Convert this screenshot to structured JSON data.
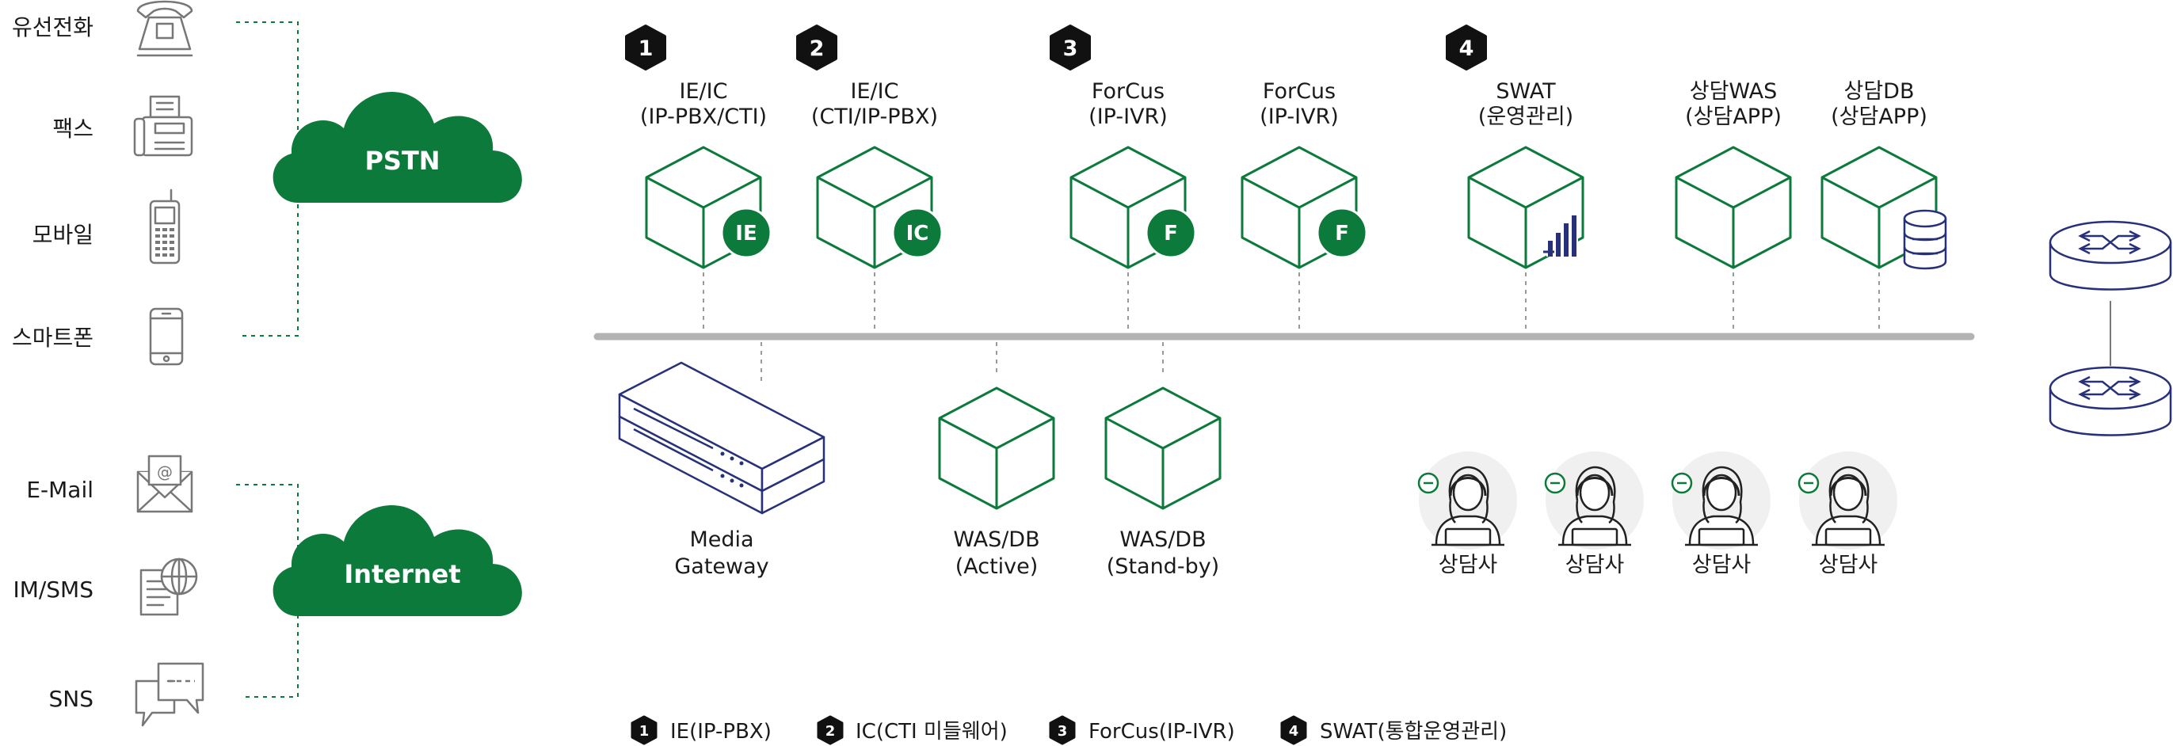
{
  "channels": {
    "pstn": [
      {
        "label": "유선전화",
        "icon": "landline-phone-icon"
      },
      {
        "label": "팩스",
        "icon": "fax-icon"
      },
      {
        "label": "모바일",
        "icon": "mobile-phone-icon"
      },
      {
        "label": "스마트폰",
        "icon": "smartphone-icon"
      }
    ],
    "internet": [
      {
        "label": "E-Mail",
        "icon": "email-icon"
      },
      {
        "label": "IM/SMS",
        "icon": "im-sms-icon"
      },
      {
        "label": "SNS",
        "icon": "sns-chat-icon"
      }
    ]
  },
  "clouds": {
    "pstn": "PSTN",
    "internet": "Internet"
  },
  "top_nodes": [
    {
      "badge": "1",
      "line1": "IE/IC",
      "line2": "(IP-PBX/CTI)",
      "mark": "IE",
      "mark_type": "circle"
    },
    {
      "badge": "2",
      "line1": "IE/IC",
      "line2": "(CTI/IP-PBX)",
      "mark": "IC",
      "mark_type": "circle"
    },
    {
      "badge": "3",
      "line1": "ForCus",
      "line2": "(IP-IVR)",
      "mark": "F",
      "mark_type": "circle"
    },
    {
      "badge": "",
      "line1": "ForCus",
      "line2": "(IP-IVR)",
      "mark": "F",
      "mark_type": "circle"
    },
    {
      "badge": "4",
      "line1": "SWAT",
      "line2": "(운영관리)",
      "mark": "bar-chart-icon",
      "mark_type": "chart"
    },
    {
      "badge": "",
      "line1": "상담WAS",
      "line2": "(상담APP)",
      "mark": "",
      "mark_type": "none"
    },
    {
      "badge": "",
      "line1": "상담DB",
      "line2": "(상담APP)",
      "mark": "database-icon",
      "mark_type": "db"
    }
  ],
  "bottom_nodes": [
    {
      "line1": "Media",
      "line2": "Gateway",
      "icon": "media-gateway-icon"
    },
    {
      "line1": "WAS/DB",
      "line2": "(Active)",
      "icon": "cube-icon"
    },
    {
      "line1": "WAS/DB",
      "line2": "(Stand-by)",
      "icon": "cube-icon"
    }
  ],
  "agents": [
    {
      "label": "상담사",
      "icon": "agent-headset-icon"
    },
    {
      "label": "상담사",
      "icon": "agent-headset-icon"
    },
    {
      "label": "상담사",
      "icon": "agent-headset-icon"
    },
    {
      "label": "상담사",
      "icon": "agent-headset-icon"
    }
  ],
  "routers": [
    {
      "icon": "router-icon"
    },
    {
      "icon": "router-icon"
    }
  ],
  "legend": [
    {
      "num": "1",
      "text": "IE(IP-PBX)"
    },
    {
      "num": "2",
      "text": "IC(CTI 미들웨어)"
    },
    {
      "num": "3",
      "text": "ForCus(IP-IVR)"
    },
    {
      "num": "4",
      "text": "SWAT(통합운영관리)"
    }
  ],
  "colors": {
    "green": "#0b7a3a",
    "navy": "#26317a",
    "badge": "#111111",
    "bus": "#b3b3b3",
    "device": "#777777"
  }
}
